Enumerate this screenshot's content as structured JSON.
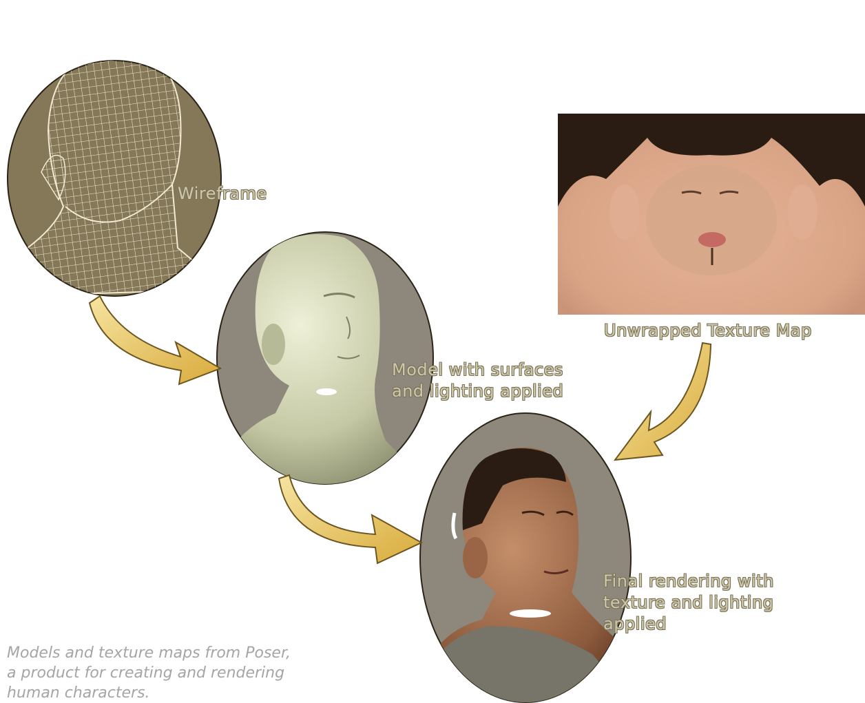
{
  "labels": {
    "wireframe": "Wireframe",
    "surfaces_line1": "Model with surfaces",
    "surfaces_line2": "and lighting applied",
    "texture_map": "Unwrapped Texture Map",
    "final_line1": "Final rendering with",
    "final_line2": "texture and lighting",
    "final_line3": "applied"
  },
  "caption": {
    "line1": "Models and texture maps from Poser,",
    "line2": "a product for creating and rendering",
    "line3": "human characters."
  },
  "colors": {
    "wireframe_bg": "#857858",
    "oval_bg": "#8e877c",
    "arrow_fill": "#e8c860",
    "label_text": "#cfc7aa",
    "caption_text": "#a5a5a5",
    "skin": "#d8a88a",
    "hair": "#2a1c12"
  }
}
